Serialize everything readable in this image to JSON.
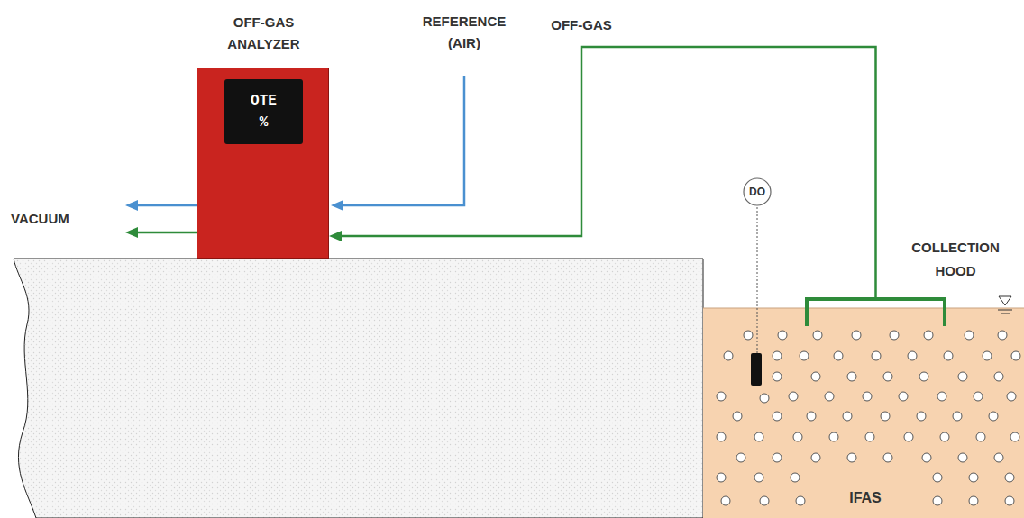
{
  "diagram": {
    "nodes": [
      {
        "text": [
          "OFF-GAS ANALYZER"
        ]
      },
      {
        "text": [
          "OTE",
          "%"
        ],
        "in": 0
      },
      {
        "text": [
          "IFAS"
        ]
      },
      {
        "text": [
          "COLLECTION HOOD"
        ]
      },
      {
        "text": [
          "DO"
        ]
      }
    ],
    "edges": [
      {
        "from": 3,
        "to": 0,
        "arrow": "to",
        "label": "OFF-GAS"
      }
    ],
    "labels": [
      "REFERENCE (AIR)",
      "VACUUM"
    ]
  }
}
